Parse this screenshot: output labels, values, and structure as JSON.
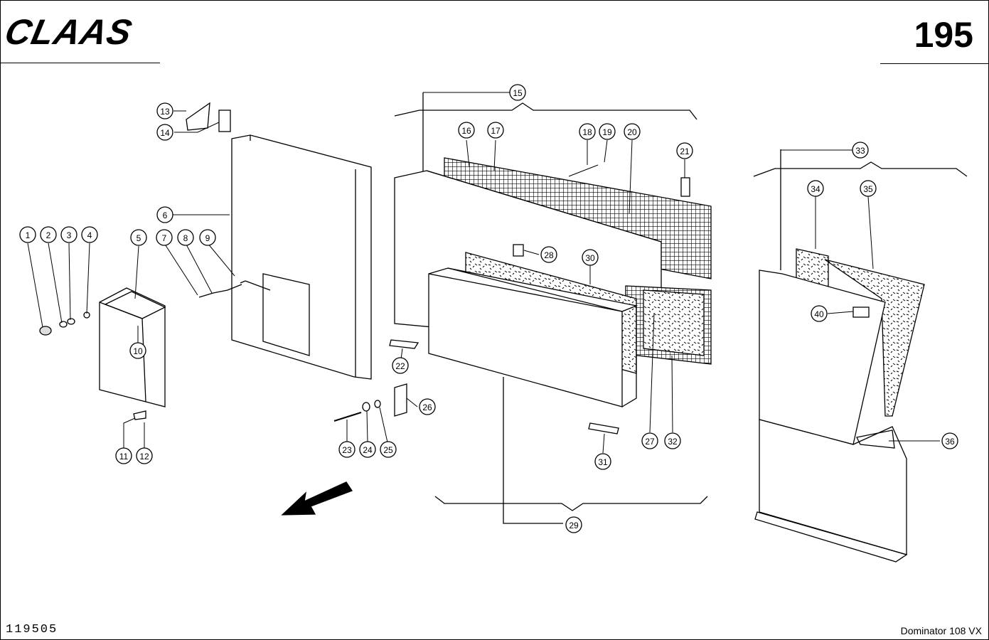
{
  "header": {
    "logo_text": "CLAAS",
    "page_number": "195"
  },
  "footer": {
    "document_number": "119505",
    "model": "Dominator 108 VX"
  },
  "callouts": [
    {
      "id": "c1",
      "label": "1"
    },
    {
      "id": "c2",
      "label": "2"
    },
    {
      "id": "c3",
      "label": "3"
    },
    {
      "id": "c4",
      "label": "4"
    },
    {
      "id": "c5",
      "label": "5"
    },
    {
      "id": "c6",
      "label": "6"
    },
    {
      "id": "c7",
      "label": "7"
    },
    {
      "id": "c8",
      "label": "8"
    },
    {
      "id": "c9",
      "label": "9"
    },
    {
      "id": "c10",
      "label": "10"
    },
    {
      "id": "c11",
      "label": "11"
    },
    {
      "id": "c12",
      "label": "12"
    },
    {
      "id": "c13",
      "label": "13"
    },
    {
      "id": "c14",
      "label": "14"
    },
    {
      "id": "c15",
      "label": "15"
    },
    {
      "id": "c16",
      "label": "16"
    },
    {
      "id": "c17",
      "label": "17"
    },
    {
      "id": "c18",
      "label": "18"
    },
    {
      "id": "c19",
      "label": "19"
    },
    {
      "id": "c20",
      "label": "20"
    },
    {
      "id": "c21",
      "label": "21"
    },
    {
      "id": "c22",
      "label": "22"
    },
    {
      "id": "c23",
      "label": "23"
    },
    {
      "id": "c24",
      "label": "24"
    },
    {
      "id": "c25",
      "label": "25"
    },
    {
      "id": "c26",
      "label": "26"
    },
    {
      "id": "c27",
      "label": "27"
    },
    {
      "id": "c28",
      "label": "28"
    },
    {
      "id": "c29",
      "label": "29"
    },
    {
      "id": "c30",
      "label": "30"
    },
    {
      "id": "c31",
      "label": "31"
    },
    {
      "id": "c32",
      "label": "32"
    },
    {
      "id": "c33",
      "label": "33"
    },
    {
      "id": "c34",
      "label": "34"
    },
    {
      "id": "c35",
      "label": "35"
    },
    {
      "id": "c36",
      "label": "36"
    },
    {
      "id": "c40",
      "label": "40"
    }
  ]
}
